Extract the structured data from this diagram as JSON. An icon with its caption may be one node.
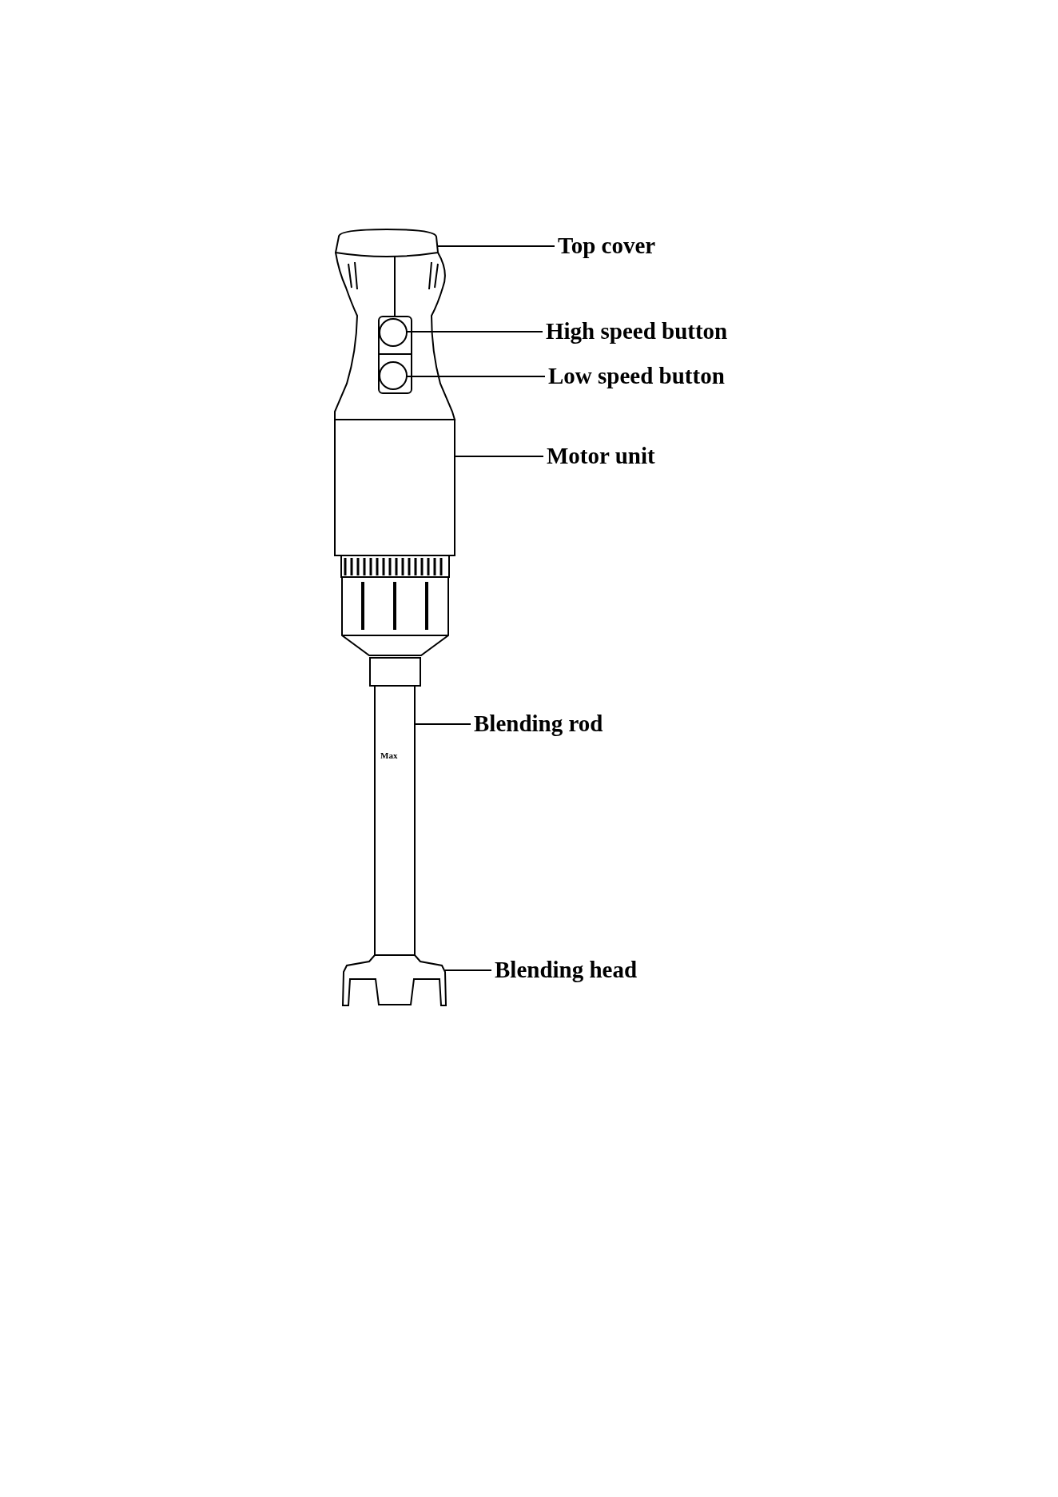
{
  "diagram": {
    "nodes": [
      {
        "text": [
          "Top cover"
        ]
      },
      {
        "text": [
          "High speed button"
        ]
      },
      {
        "text": [
          "Low speed button"
        ]
      },
      {
        "text": [
          "Motor unit"
        ]
      },
      {
        "text": [
          "Blending rod"
        ]
      },
      {
        "text": [
          "Blending head"
        ]
      },
      {
        "text": [],
        "shape": "box"
      },
      {
        "text": [],
        "shape": "circle"
      },
      {
        "text": [],
        "shape": "circle"
      },
      {
        "text": [],
        "shape": "box"
      },
      {
        "text": [],
        "shape": "bar"
      },
      {
        "text": [],
        "shape": "box"
      }
    ],
    "edges": [
      {
        "from": 0,
        "to": 6,
        "arrow": "none"
      },
      {
        "from": 1,
        "to": 7,
        "arrow": "none"
      },
      {
        "from": 2,
        "to": 8,
        "arrow": "none"
      },
      {
        "from": 3,
        "to": 9,
        "arrow": "none"
      },
      {
        "from": 4,
        "to": 10,
        "arrow": "none"
      },
      {
        "from": 5,
        "to": 11,
        "arrow": "none"
      }
    ],
    "labels": [
      "Max"
    ]
  }
}
